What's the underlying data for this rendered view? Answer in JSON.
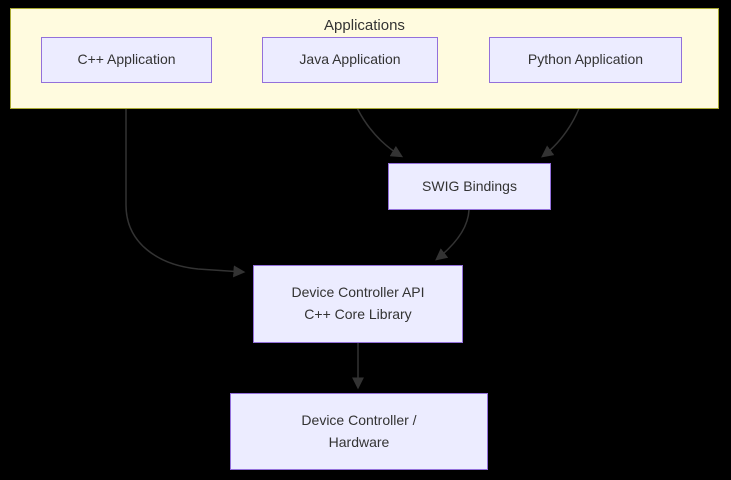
{
  "diagram": {
    "type": "flowchart",
    "subgraph": {
      "title": "Applications"
    },
    "nodes": {
      "cpp_app": {
        "label": "C++ Application"
      },
      "java_app": {
        "label": "Java Application"
      },
      "python_app": {
        "label": "Python Application"
      },
      "swig": {
        "label": "SWIG Bindings"
      },
      "api": {
        "label_line1": "Device Controller API",
        "label_line2": "C++ Core Library"
      },
      "hardware": {
        "label_line1": "Device Controller /",
        "label_line2": "Hardware"
      }
    },
    "edges": [
      {
        "from": "C++ Application",
        "to": "Device Controller API / C++ Core Library"
      },
      {
        "from": "Java Application",
        "to": "SWIG Bindings"
      },
      {
        "from": "Python Application",
        "to": "SWIG Bindings"
      },
      {
        "from": "SWIG Bindings",
        "to": "Device Controller API / C++ Core Library"
      },
      {
        "from": "Device Controller API / C++ Core Library",
        "to": "Device Controller / Hardware"
      }
    ],
    "colors": {
      "background": "#000000",
      "node_fill": "#ececff",
      "node_border": "#9370db",
      "subgraph_fill": "#fffbdf",
      "subgraph_border": "#aaaa33",
      "edge": "#333333",
      "text": "#333333"
    }
  }
}
